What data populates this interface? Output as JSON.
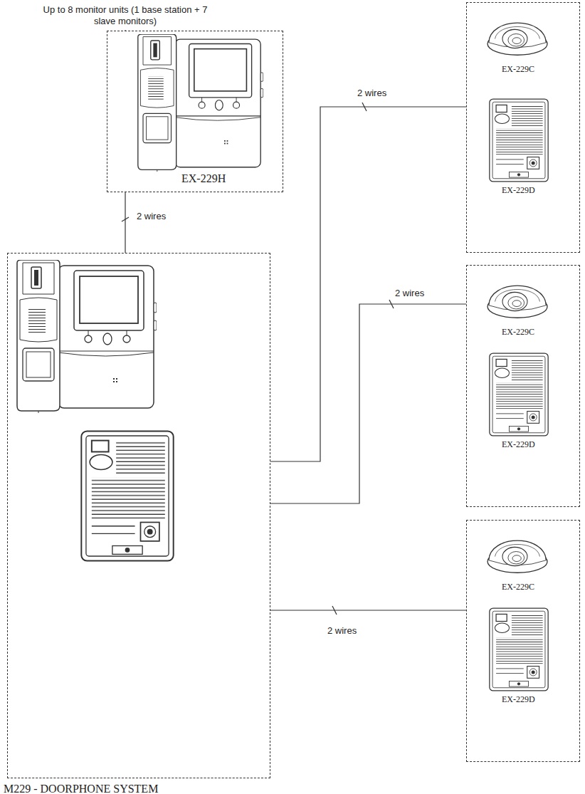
{
  "diagram": {
    "nodes": [
      {
        "text": [
          "EX-229H"
        ]
      },
      {
        "text": [
          "M229 - DOORPHONE SYSTEM"
        ]
      },
      {
        "text": [
          "EX-229C",
          "EX-229D"
        ]
      },
      {
        "text": [
          "EX-229C",
          "EX-229D"
        ]
      },
      {
        "text": [
          "EX-229C",
          "EX-229D"
        ]
      }
    ],
    "edges": [
      {
        "from": 0,
        "to": 1,
        "label": "2 wires",
        "arrow": "none"
      },
      {
        "from": 1,
        "to": 2,
        "label": "2 wires",
        "arrow": "none"
      },
      {
        "from": 1,
        "to": 3,
        "label": "2 wires",
        "arrow": "none"
      },
      {
        "from": 1,
        "to": 4,
        "label": "2 wires",
        "arrow": "none"
      }
    ],
    "labels": [
      "Up to 8 monitor units (1 base station + 7 slave monitors)"
    ]
  }
}
